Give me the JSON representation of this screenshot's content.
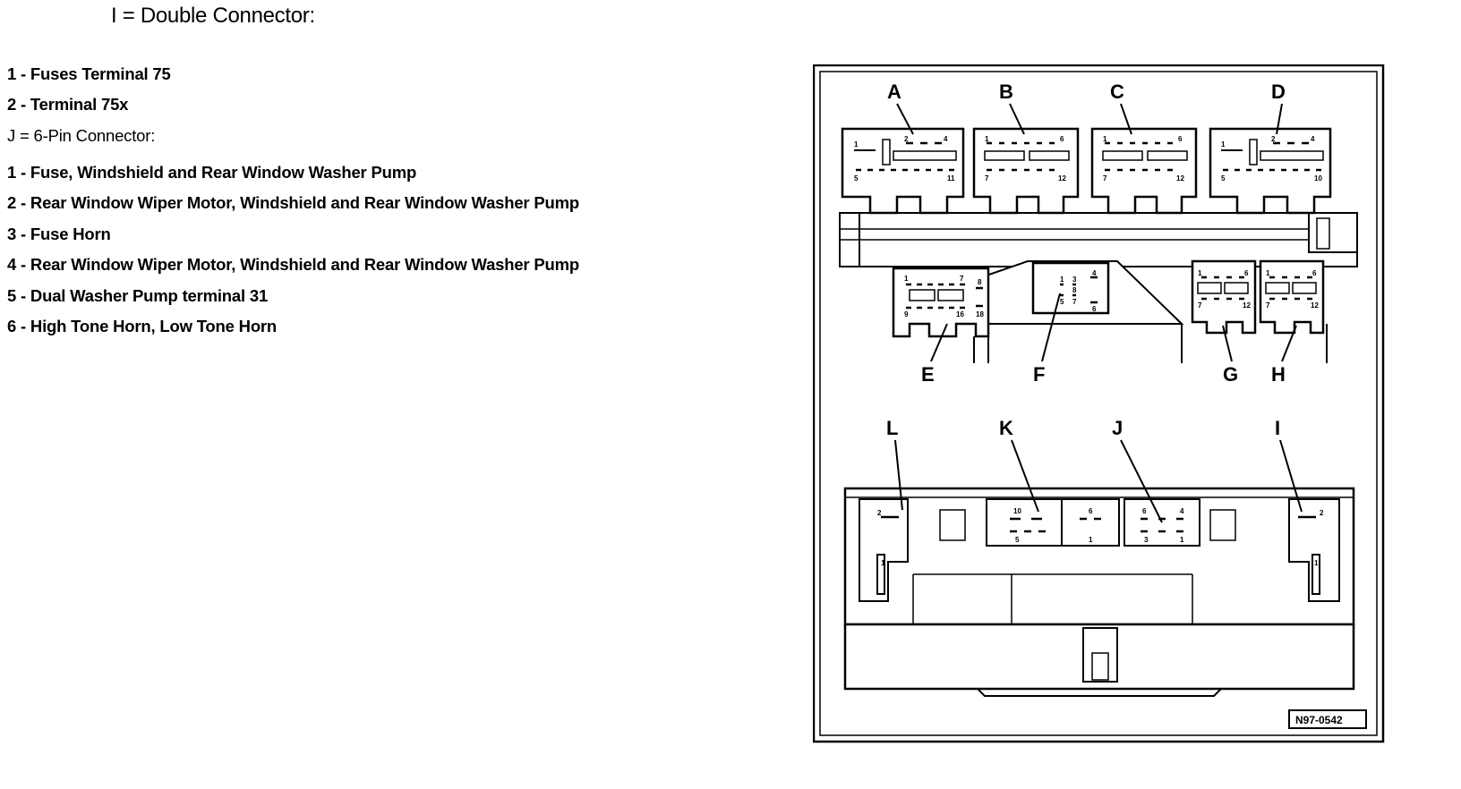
{
  "heading": "I = Double Connector:",
  "list_i": [
    "1 - Fuses Terminal 75",
    "2 - Terminal 75x"
  ],
  "subheading": "J = 6-Pin Connector:",
  "list_j": [
    "1 - Fuse, Windshield and Rear Window Washer Pump",
    "2 - Rear Window Wiper Motor, Windshield and Rear Window Washer Pump",
    "3 - Fuse Horn",
    "4 - Rear Window Wiper Motor, Windshield and Rear Window Washer Pump",
    "5 - Dual Washer Pump terminal 31",
    "6 - High Tone Horn, Low Tone Horn"
  ],
  "figure": {
    "labels_top": [
      "A",
      "B",
      "C",
      "D"
    ],
    "labels_mid": [
      "E",
      "F",
      "G",
      "H"
    ],
    "labels_bottom": [
      "L",
      "K",
      "J",
      "I"
    ],
    "pins": {
      "A": [
        "1",
        "2",
        "4",
        "5",
        "11"
      ],
      "B": [
        "1",
        "6",
        "7",
        "12"
      ],
      "C": [
        "1",
        "6",
        "7",
        "12"
      ],
      "D": [
        "1",
        "2",
        "4",
        "5",
        "10"
      ],
      "E": [
        "1",
        "7",
        "8",
        "9",
        "16",
        "18"
      ],
      "F": [
        "1",
        "3",
        "4",
        "5",
        "7",
        "8",
        "6"
      ],
      "G": [
        "1",
        "6",
        "7",
        "12"
      ],
      "H": [
        "1",
        "6",
        "7",
        "12"
      ],
      "L": [
        "2",
        "1"
      ],
      "K": [
        "10",
        "5",
        "6",
        "1"
      ],
      "J": [
        "6",
        "4",
        "3",
        "1"
      ],
      "I": [
        "2",
        "1"
      ]
    },
    "figure_id": "N97-0542"
  }
}
